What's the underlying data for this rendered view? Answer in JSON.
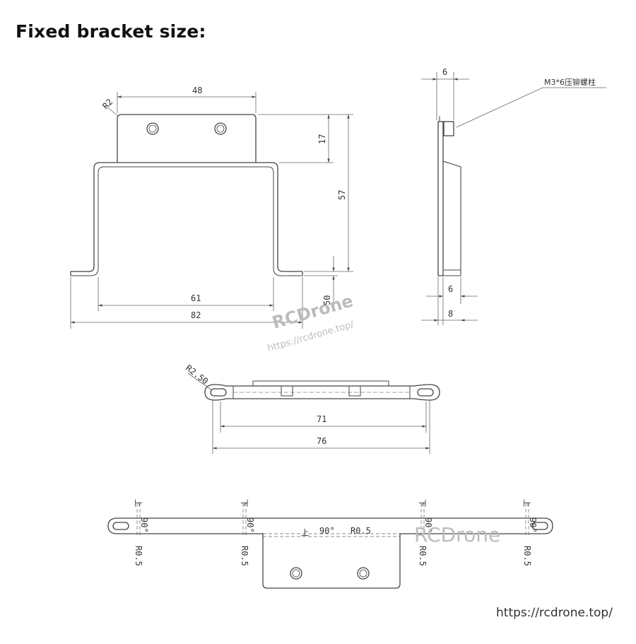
{
  "title": "Fixed bracket size:",
  "colors": {
    "line": "#444444",
    "thin": "#666666",
    "watermark": "#bcbcbc",
    "text": "#333333"
  },
  "front_view": {
    "dim_top_width": "48",
    "radius_corner": "R2",
    "dim_tab_height": "17",
    "dim_total_height": "57",
    "dim_inner_width": "61",
    "dim_outer_width": "82",
    "dim_foot_height": "50"
  },
  "side_view": {
    "dim_top": "6",
    "callout": "M3*6压铆螺柱",
    "dim_bottom_inner": "6",
    "dim_bottom_outer": "8"
  },
  "top_view": {
    "radius_slot": "R2.50",
    "dim_inner": "71",
    "dim_outer": "76"
  },
  "flat_view": {
    "bend_up_1": "上",
    "bend_down_1": "下",
    "bend_down_2": "下",
    "bend_up_2": "上",
    "angle_1": "90°",
    "angle_2": "90°",
    "angle_3": "90°",
    "angle_4": "90°",
    "radius_1": "R0.5",
    "radius_2": "R0.5",
    "radius_3": "R0.5",
    "radius_4": "R0.5",
    "center_bend_dir": "上",
    "center_angle": "90°",
    "center_radius": "R0.5"
  },
  "watermarks": {
    "brand_1": "RCDrone",
    "url_1": "https://rcdrone.top/",
    "brand_2": "RCDrone"
  },
  "footer_url": "https://rcdrone.top/"
}
